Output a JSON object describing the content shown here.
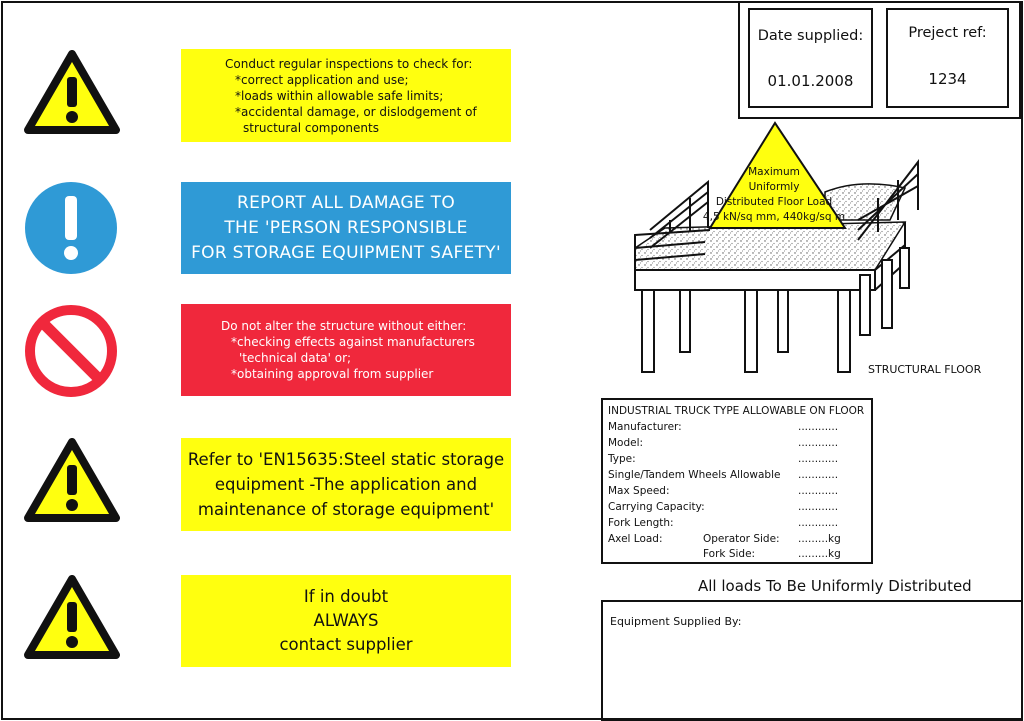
{
  "inspection": {
    "lines": [
      "Conduct regular inspections to check for:",
      "*correct application and use;",
      "*loads within allowable safe limits;",
      "*accidental damage, or dislodgement of",
      "structural components"
    ]
  },
  "report": {
    "lines": [
      "REPORT ALL DAMAGE TO",
      "THE 'PERSON RESPONSIBLE",
      "FOR STORAGE EQUIPMENT SAFETY'"
    ]
  },
  "alter": {
    "lines": [
      "Do not alter the structure without either:",
      "*checking effects against manufacturers",
      "'technical data' or;",
      "*obtaining approval from supplier"
    ]
  },
  "refer": {
    "lines": [
      "Refer to 'EN15635:Steel static storage",
      "equipment -The application and",
      "maintenance of storage equipment'"
    ]
  },
  "doubt": {
    "lines": [
      "If in doubt",
      "ALWAYS",
      "contact supplier"
    ]
  },
  "date_supplied": {
    "label": "Date supplied:",
    "value": "01.01.2008"
  },
  "project_ref": {
    "label": "Preject ref:",
    "value": "1234"
  },
  "floor_load": {
    "lines": [
      "Maximum",
      "Uniformly",
      "Distributed Floor Load",
      "4,5 kN/sq mm, 440kg/sq m"
    ]
  },
  "structural_floor_label": "STRUCTURAL FLOOR",
  "truck": {
    "title": "INDUSTRIAL TRUCK TYPE ALLOWABLE ON FLOOR",
    "rows": [
      "Manufacturer:",
      "Model:",
      "Type:",
      "Single/Tandem Wheels Allowable",
      "Max Speed:",
      "Carrying Capacity:",
      "Fork Length:",
      "Axel Load:"
    ],
    "dots": "............",
    "operator_side": "Operator Side:",
    "fork_side": "Fork Side:",
    "kg_field": ".........kg"
  },
  "uniform_caption": "All loads To Be Uniformly Distributed",
  "equipment_supplied_label": "Equipment Supplied By:",
  "colors": {
    "yellow": "#ffff0f",
    "blue": "#2f9ad6",
    "red": "#f0283c",
    "black": "#111111"
  },
  "icons": [
    "warning-triangle-icon",
    "mandatory-info-icon",
    "prohibition-icon",
    "warning-triangle-icon",
    "warning-triangle-icon"
  ]
}
